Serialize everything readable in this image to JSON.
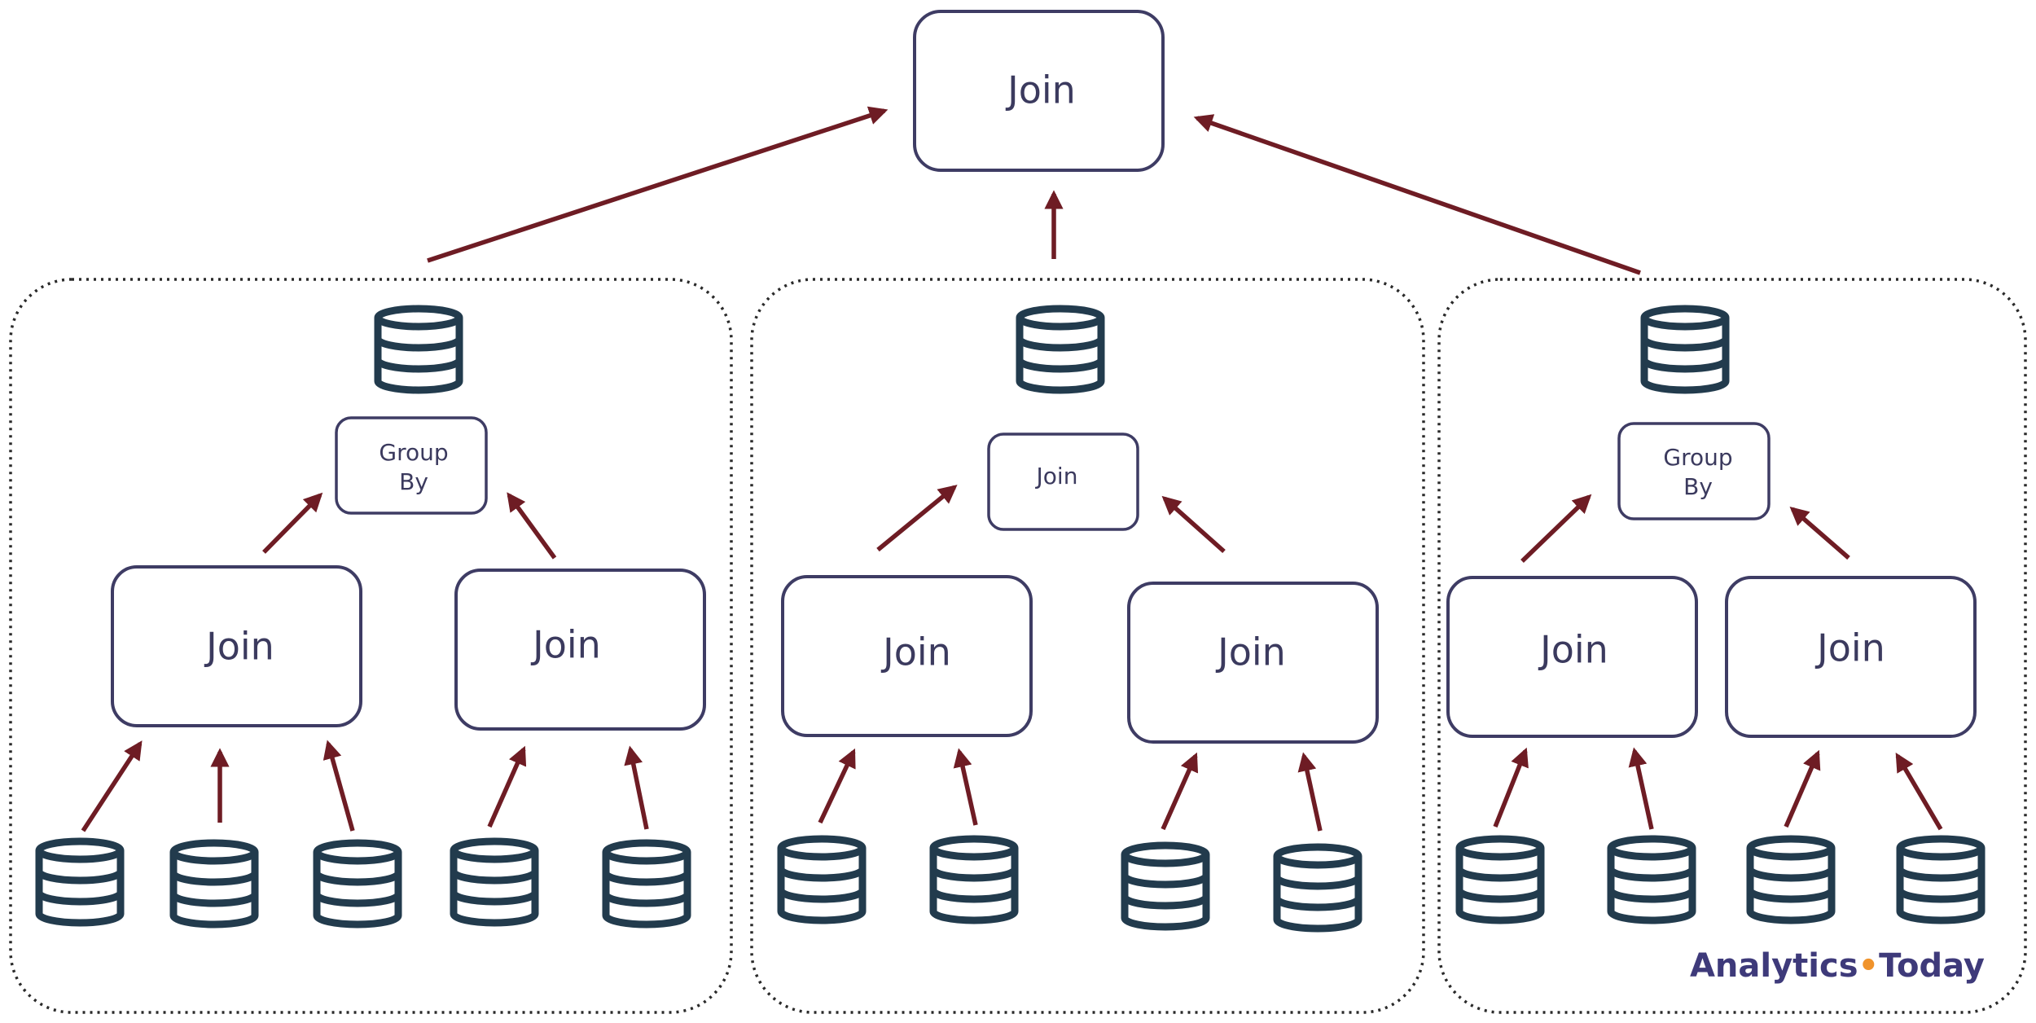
{
  "colors": {
    "node_border": "#3e3c64",
    "node_text": "#3b3a5e",
    "arrow": "#6e1c24",
    "db_icon": "#223b4d",
    "group_border": "#2a2a2a",
    "logo_primary": "#3e3a7a",
    "logo_dot": "#f0932b"
  },
  "root": {
    "label": "Join"
  },
  "groups": [
    {
      "result_icon": "database-icon",
      "aggregate": {
        "label_line1": "Group",
        "label_line2": "By"
      },
      "joins": [
        {
          "label": "Join",
          "inputs": [
            "database-icon",
            "database-icon",
            "database-icon"
          ]
        },
        {
          "label": "Join",
          "inputs": [
            "database-icon",
            "database-icon"
          ]
        }
      ]
    },
    {
      "result_icon": "database-icon",
      "aggregate": {
        "label_line1": "Join",
        "label_line2": ""
      },
      "joins": [
        {
          "label": "Join",
          "inputs": [
            "database-icon",
            "database-icon"
          ]
        },
        {
          "label": "Join",
          "inputs": [
            "database-icon",
            "database-icon"
          ]
        }
      ]
    },
    {
      "result_icon": "database-icon",
      "aggregate": {
        "label_line1": "Group",
        "label_line2": "By"
      },
      "joins": [
        {
          "label": "Join",
          "inputs": [
            "database-icon",
            "database-icon"
          ]
        },
        {
          "label": "Join",
          "inputs": [
            "database-icon",
            "database-icon"
          ]
        }
      ]
    }
  ],
  "logo": {
    "part1": "Analytics",
    "separator": "•",
    "part2": "Today"
  }
}
